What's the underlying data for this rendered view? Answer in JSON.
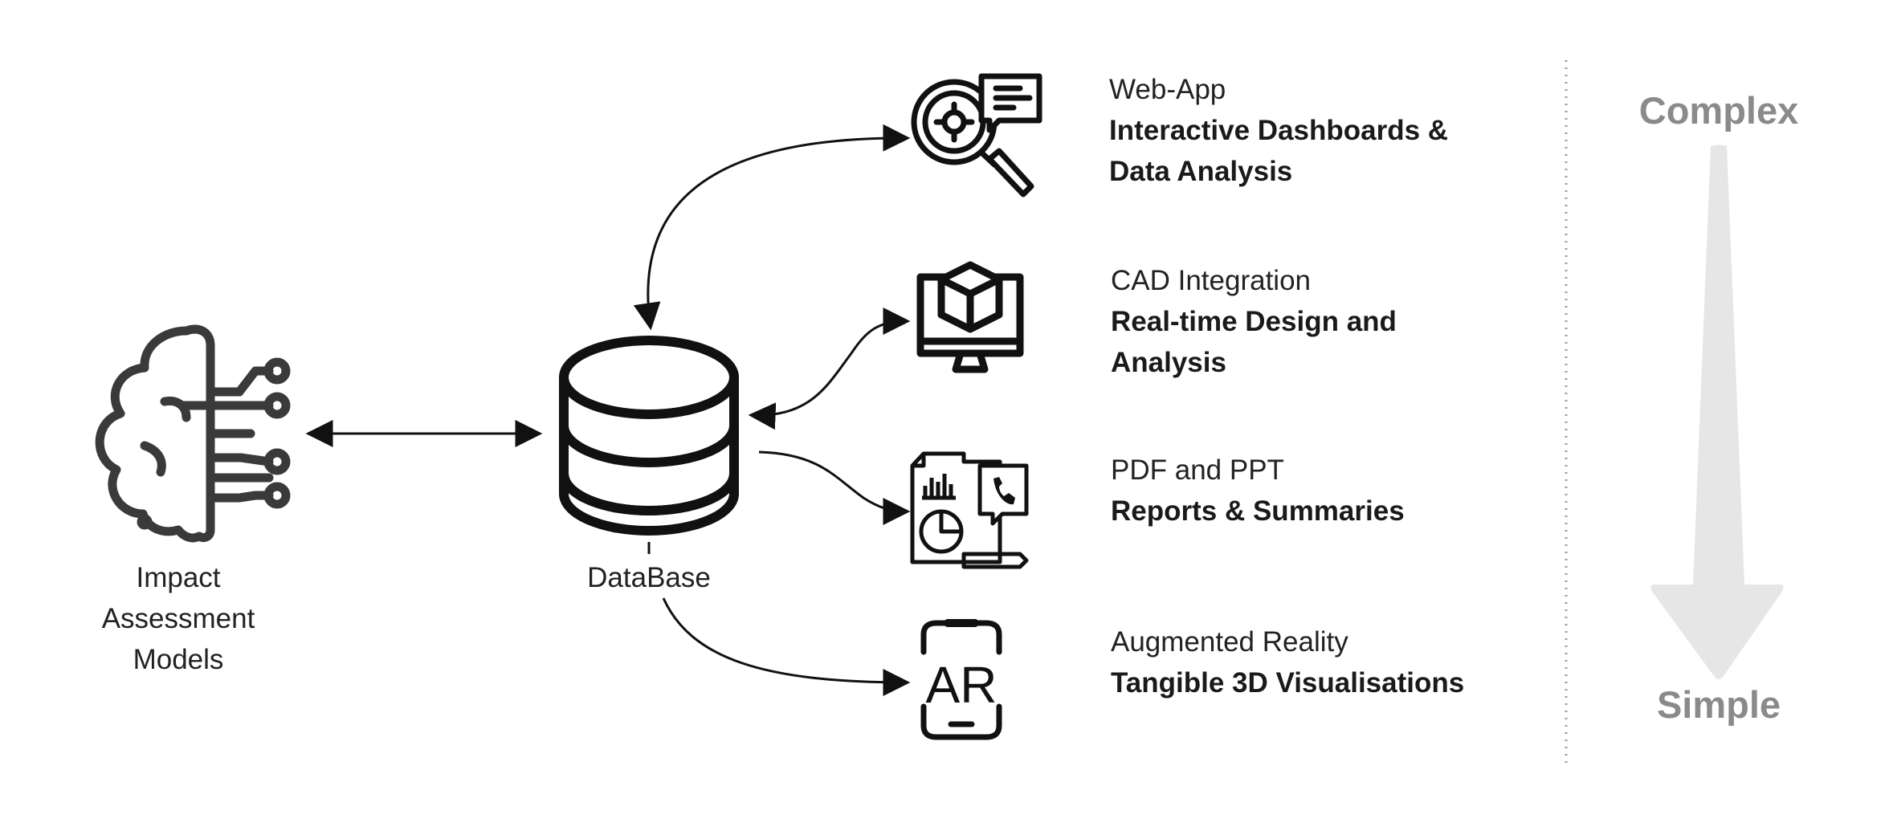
{
  "source": {
    "label": "Impact Assessment Models",
    "label_lines": [
      "Impact",
      "Assessment",
      "Models"
    ],
    "icon": "ai-brain-circuit-icon"
  },
  "hub": {
    "label": "DataBase",
    "icon": "database-icon"
  },
  "outputs": [
    {
      "id": "web-app",
      "sub": "Web-App",
      "head_lines": [
        "Interactive Dashboards &",
        "Data Analysis"
      ],
      "icon": "analytics-magnifier-icon"
    },
    {
      "id": "cad",
      "sub": "CAD Integration",
      "head_lines": [
        "Real-time Design and",
        "Analysis"
      ],
      "icon": "monitor-3d-cube-icon"
    },
    {
      "id": "pdf-ppt",
      "sub": "PDF and PPT",
      "head_lines": [
        "Reports & Summaries"
      ],
      "icon": "report-document-icon"
    },
    {
      "id": "ar",
      "sub": "Augmented Reality",
      "head_lines": [
        "Tangible 3D Visualisations"
      ],
      "icon": "ar-phone-icon",
      "icon_text": "AR"
    }
  ],
  "scale": {
    "top": "Complex",
    "bottom": "Simple",
    "arrow_color": "#e6e6e6",
    "text_color": "#8a8a8a"
  },
  "colors": {
    "stroke": "#111111",
    "icon": "#3a3a3a",
    "divider": "#9a9a9a"
  }
}
